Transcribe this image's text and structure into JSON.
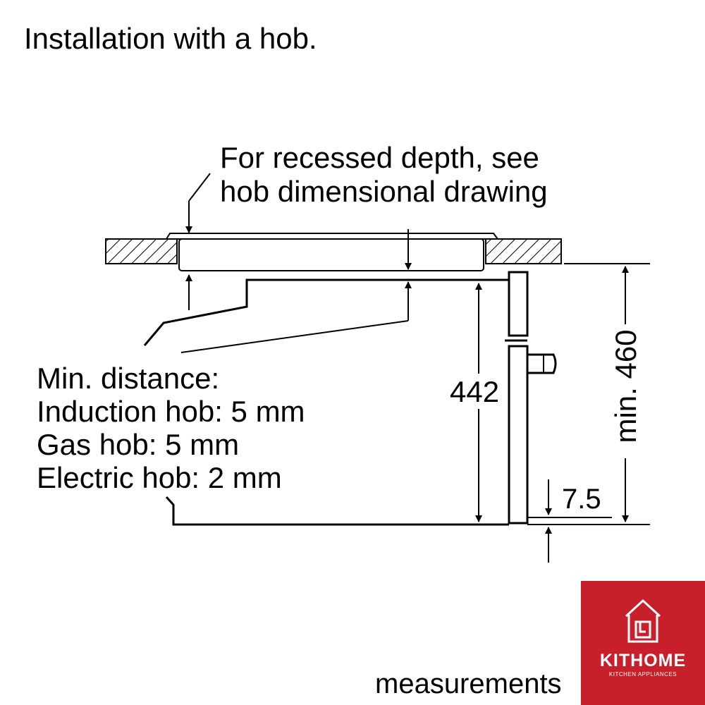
{
  "title": "Installation with a hob.",
  "recess_note": [
    "For recessed depth, see",
    "hob dimensional drawing"
  ],
  "min_distance": [
    "Min. distance:",
    "Induction hob: 5 mm",
    "Gas hob: 5 mm",
    "Electric hob: 2 mm"
  ],
  "dimensions": {
    "height": "442",
    "min_height": "min. 460",
    "offset": "7.5"
  },
  "footer_text": "measurements",
  "logo": {
    "name": "KITHOME",
    "tagline": "KITCHEN APPLIANCES",
    "color": "#c8202a",
    "icon": "house-icon"
  }
}
